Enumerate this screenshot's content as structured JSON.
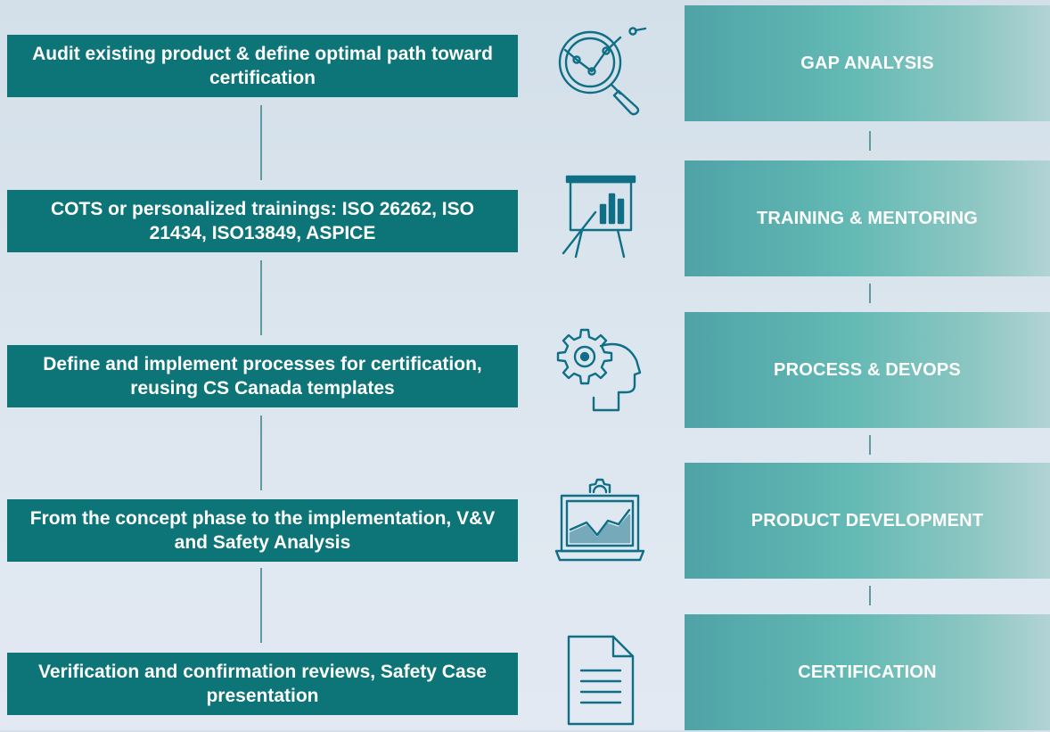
{
  "colors": {
    "description_box": "#0d7478",
    "stage_gradient_start": "#4fa3a7",
    "stage_gradient_end": "#b2d3d5",
    "connector": "#5f9aa2",
    "icon_stroke": "#0f6f86",
    "text": "#ffffff"
  },
  "steps": [
    {
      "description": "Audit existing product & define optimal path toward certification",
      "stage": "GAP ANALYSIS",
      "icon": "magnifier-chart-icon"
    },
    {
      "description": "COTS or personalized trainings: ISO 26262, ISO 21434, ISO13849, ASPICE",
      "stage": "TRAINING & MENTORING",
      "icon": "presentation-board-icon"
    },
    {
      "description": "Define and implement processes for certification, reusing CS Canada templates",
      "stage": "PROCESS & DEVOPS",
      "icon": "head-gear-icon"
    },
    {
      "description": "From the concept phase to the implementation, V&V and Safety Analysis",
      "stage": "PRODUCT DEVELOPMENT",
      "icon": "laptop-chart-icon"
    },
    {
      "description": "Verification and confirmation reviews, Safety Case presentation",
      "stage": "CERTIFICATION",
      "icon": "document-icon"
    }
  ]
}
